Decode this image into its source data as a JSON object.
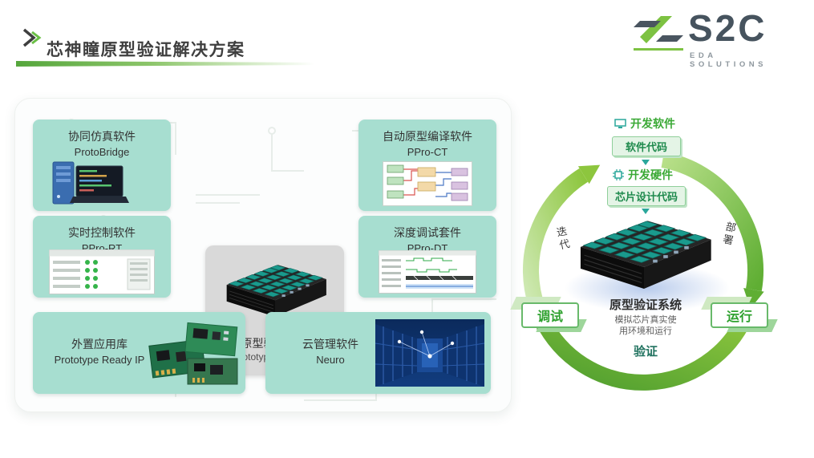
{
  "slide": {
    "title": "芯神瞳原型验证解决方案",
    "logo": {
      "name": "S2C",
      "tagline": "EDA SOLUTIONS"
    }
  },
  "panel": {
    "center": {
      "title": "原型验证系统",
      "subtitle": "Prototyping System"
    },
    "boxes": [
      {
        "title": "协同仿真软件",
        "subtitle": "ProtoBridge"
      },
      {
        "title": "实时控制软件",
        "subtitle": "PPro-RT"
      },
      {
        "title": "自动原型编译软件",
        "subtitle": "PPro-CT"
      },
      {
        "title": "深度调试套件",
        "subtitle": "PPro-DT"
      },
      {
        "title": "外置应用库",
        "subtitle": "Prototype Ready IP"
      },
      {
        "title": "云管理软件",
        "subtitle": "Neuro"
      }
    ]
  },
  "cycle": {
    "dev_software": "开发软件",
    "software_code": "软件代码",
    "dev_hardware": "开发硬件",
    "chip_design_code": "芯片设计代码",
    "system_title": "原型验证系统",
    "system_desc_line1": "模拟芯片真实使",
    "system_desc_line2": "用环境和运行",
    "debug": "调试",
    "run": "运行",
    "verify": "验证",
    "iterate": "迭代",
    "deploy": "部署"
  },
  "icons": {
    "title_marker": "double-chevron",
    "dev_software": "monitor",
    "dev_hardware": "chip",
    "flow_arrows": "circular-arrows",
    "down_arrow": "triangle-down"
  },
  "colors": {
    "accent_green": "#7dc242",
    "mint_box": "#a7ded0",
    "teal_module": "#1a9a8d",
    "dark_text": "#3f3f3f"
  }
}
